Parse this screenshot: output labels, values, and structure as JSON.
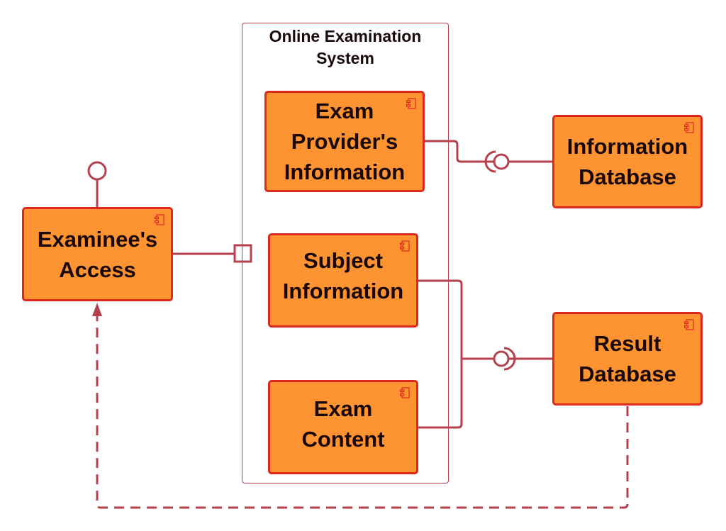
{
  "diagram": {
    "type": "UML component diagram",
    "colors": {
      "component_fill": "#fd9331",
      "component_border": "#de2a1e",
      "connector": "#b5404e",
      "text": "#1a0808"
    },
    "system_boundary": {
      "title": "Online Examination\nSystem",
      "title_line1": "Online Examination",
      "title_line2": "System"
    },
    "components": [
      {
        "id": "exam-providers-information",
        "label": "Exam\nProvider's\nInformation",
        "icon": "component-icon"
      },
      {
        "id": "subject-information",
        "label": "Subject\nInformation",
        "icon": "component-icon"
      },
      {
        "id": "exam-content",
        "label": "Exam\nContent",
        "icon": "component-icon"
      },
      {
        "id": "examinees-access",
        "label": "Examinee's\nAccess",
        "icon": "component-icon"
      },
      {
        "id": "information-database",
        "label": "Information\nDatabase",
        "icon": "component-icon"
      },
      {
        "id": "result-database",
        "label": "Result\nDatabase",
        "icon": "component-icon"
      }
    ],
    "connections": [
      {
        "from": "exam-providers-information",
        "to": "information-database",
        "kind": "assembly (ball-and-socket)"
      },
      {
        "from": "subject-information",
        "to": "result-database",
        "kind": "assembly (ball-and-socket)"
      },
      {
        "from": "exam-content",
        "to": "result-database",
        "kind": "assembly (ball-and-socket)"
      },
      {
        "from": "examinees-access",
        "to": "online-examination-system",
        "kind": "port"
      },
      {
        "from": "examinees-access",
        "to": "provided-interface",
        "kind": "lollipop interface"
      },
      {
        "from": "result-database",
        "to": "examinees-access",
        "kind": "dependency (dashed arrow)"
      }
    ]
  }
}
